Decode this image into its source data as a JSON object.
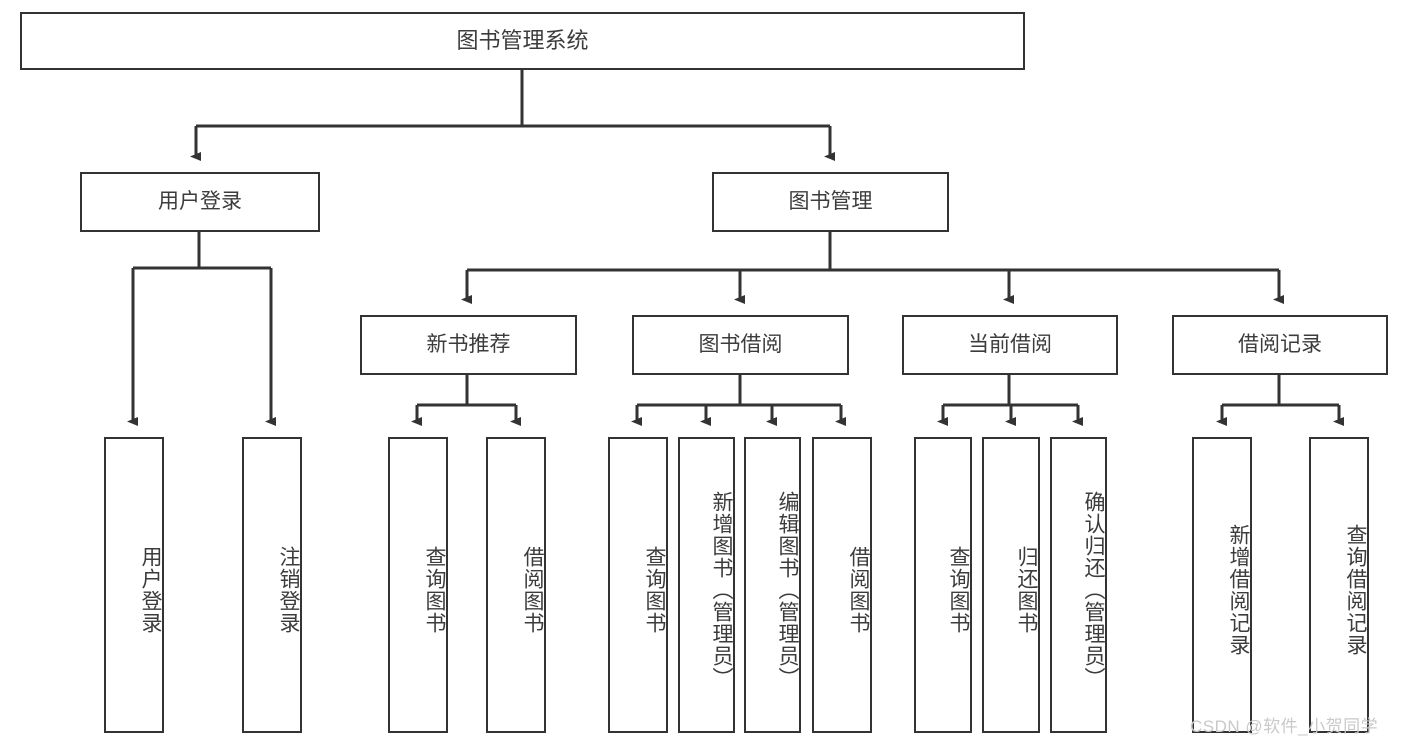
{
  "diagram": {
    "title": "图书管理系统",
    "type": "tree-hierarchy-diagram",
    "root": {
      "label": "图书管理系统"
    },
    "level2": [
      {
        "id": "user-login",
        "label": "用户登录"
      },
      {
        "id": "book-management",
        "label": "图书管理"
      }
    ],
    "level3": [
      {
        "id": "new-book-recommend",
        "label": "新书推荐",
        "parent": "book-management"
      },
      {
        "id": "book-borrow",
        "label": "图书借阅",
        "parent": "book-management"
      },
      {
        "id": "current-borrow",
        "label": "当前借阅",
        "parent": "book-management"
      },
      {
        "id": "borrow-record",
        "label": "借阅记录",
        "parent": "book-management"
      }
    ],
    "leaves": [
      {
        "id": "leaf-user-login",
        "label": "用户登录",
        "parent": "user-login"
      },
      {
        "id": "leaf-logout-login",
        "label": "注销登录",
        "parent": "user-login"
      },
      {
        "id": "leaf-query-book-1",
        "label": "查询图书",
        "parent": "new-book-recommend"
      },
      {
        "id": "leaf-borrow-book-1",
        "label": "借阅图书",
        "parent": "new-book-recommend"
      },
      {
        "id": "leaf-query-book-2",
        "label": "查询图书",
        "parent": "book-borrow"
      },
      {
        "id": "leaf-add-book",
        "label": "新增图书（管理员）",
        "parent": "book-borrow"
      },
      {
        "id": "leaf-edit-book",
        "label": "编辑图书（管理员）",
        "parent": "book-borrow"
      },
      {
        "id": "leaf-borrow-book-2",
        "label": "借阅图书",
        "parent": "book-borrow"
      },
      {
        "id": "leaf-query-book-3",
        "label": "查询图书",
        "parent": "current-borrow"
      },
      {
        "id": "leaf-return-book",
        "label": "归还图书",
        "parent": "current-borrow"
      },
      {
        "id": "leaf-confirm-return",
        "label": "确认归还（管理员）",
        "parent": "current-borrow"
      },
      {
        "id": "leaf-add-record",
        "label": "新增借阅记录",
        "parent": "borrow-record"
      },
      {
        "id": "leaf-query-record",
        "label": "查询借阅记录",
        "parent": "borrow-record"
      }
    ],
    "watermark": "CSDN @软件_小贺同学",
    "colors": {
      "stroke": "#333333",
      "text": "#3c3c3c",
      "background": "#ffffff",
      "watermark": "#c9c9c9"
    }
  }
}
